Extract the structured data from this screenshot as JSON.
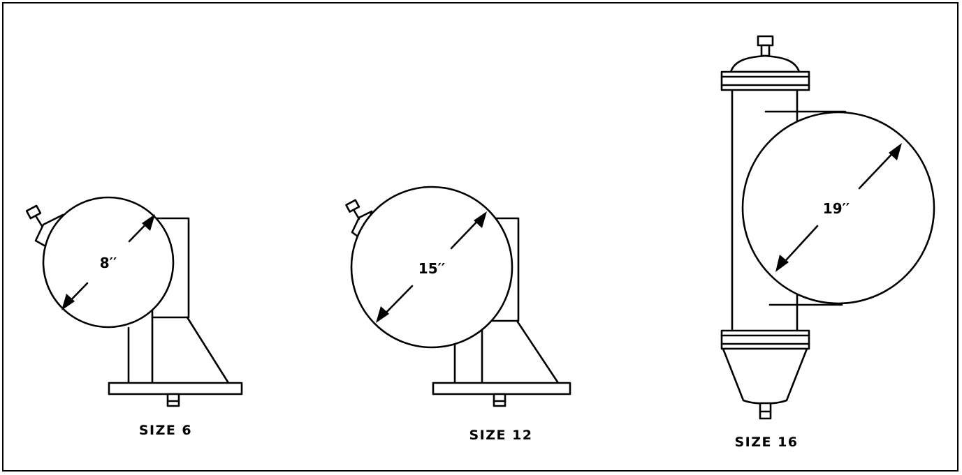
{
  "units": [
    {
      "diameter_label": "8′′",
      "size_label": "SIZE  6"
    },
    {
      "diameter_label": "15′′",
      "size_label": "SIZE  12"
    },
    {
      "diameter_label": "19′′",
      "size_label": "SIZE  16"
    }
  ]
}
